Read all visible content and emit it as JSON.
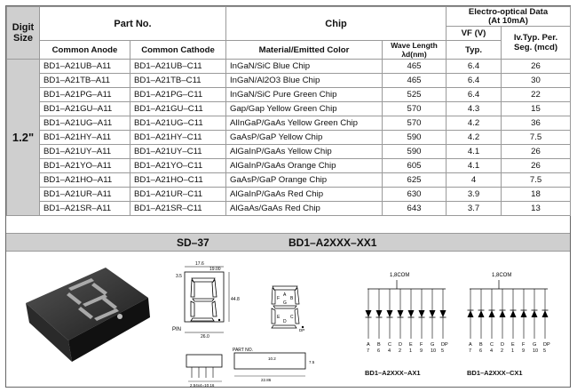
{
  "headers": {
    "digit_size": "Digit Size",
    "part_no": "Part No.",
    "chip": "Chip",
    "electro": "Electro-optical Data",
    "electro_sub": "(At 10mA)",
    "common_anode": "Common Anode",
    "common_cathode": "Common Cathode",
    "material": "Material/Emitted Color",
    "wave_length": "Wave Length",
    "wave_unit": "λd(nm)",
    "vf": "VF (V)",
    "vf_sub": "Typ.",
    "iv": "Iv.Typ. Per.",
    "iv_sub": "Seg. (mcd)"
  },
  "digit_size": "1.2\"",
  "rows": [
    {
      "anode": "BD1–A21UB–A11",
      "cathode": "BD1–A21UB–C11",
      "material": "InGaN/SiC  Blue Chip",
      "wave": "465",
      "vf": "6.4",
      "iv": "26"
    },
    {
      "anode": "BD1–A21TB–A11",
      "cathode": "BD1–A21TB–C11",
      "material": "InGaN/Al2O3 Blue Chip",
      "wave": "465",
      "vf": "6.4",
      "iv": "30"
    },
    {
      "anode": "BD1–A21PG–A11",
      "cathode": "BD1–A21PG–C11",
      "material": "InGaN/SiC Pure Green Chip",
      "wave": "525",
      "vf": "6.4",
      "iv": "22"
    },
    {
      "anode": "BD1–A21GU–A11",
      "cathode": "BD1–A21GU–C11",
      "material": "Gap/Gap Yellow Green  Chip",
      "wave": "570",
      "vf": "4.3",
      "iv": "15"
    },
    {
      "anode": "BD1–A21UG–A11",
      "cathode": "BD1–A21UG–C11",
      "material": "AlInGaP/GaAs Yellow Green Chip",
      "wave": "570",
      "vf": "4.2",
      "iv": "36"
    },
    {
      "anode": "BD1–A21HY–A11",
      "cathode": "BD1–A21HY–C11",
      "material": "GaAsP/GaP Yellow  Chip",
      "wave": "590",
      "vf": "4.2",
      "iv": "7.5"
    },
    {
      "anode": "BD1–A21UY–A11",
      "cathode": "BD1–A21UY–C11",
      "material": "AlGaInP/GaAs Yellow  Chip",
      "wave": "590",
      "vf": "4.1",
      "iv": "26"
    },
    {
      "anode": "BD1–A21YO–A11",
      "cathode": "BD1–A21YO–C11",
      "material": "AlGaInP/GaAs Orange  Chip",
      "wave": "605",
      "vf": "4.1",
      "iv": "26"
    },
    {
      "anode": "BD1–A21HO–A11",
      "cathode": "BD1–A21HO–C11",
      "material": "GaAsP/GaP Orange  Chip",
      "wave": "625",
      "vf": "4",
      "iv": "7.5"
    },
    {
      "anode": "BD1–A21UR–A11",
      "cathode": "BD1–A21UR–C11",
      "material": "AlGaInP/GaAs Red  Chip",
      "wave": "630",
      "vf": "3.9",
      "iv": "18"
    },
    {
      "anode": "BD1–A21SR–A11",
      "cathode": "BD1–A21SR–C11",
      "material": "AlGaAs/GaAs Red Chip",
      "wave": "643",
      "vf": "3.7",
      "iv": "13"
    }
  ],
  "series_bar": {
    "left": "SD–37",
    "right": "BD1–A2XXX–XX1"
  },
  "drawing": {
    "pin_label": "PIN",
    "part_no_label": "PART NO.",
    "com_label": "1,8COM",
    "pin_letters": [
      "A",
      "B",
      "C",
      "D",
      "E",
      "F",
      "G",
      "DP"
    ],
    "pin_numbers": [
      "7",
      "6",
      "4",
      "2",
      "1",
      "9",
      "10",
      "5"
    ],
    "segment_letters": [
      "A",
      "B",
      "C",
      "D",
      "E",
      "F",
      "G"
    ],
    "dp_label": "DP",
    "anode_caption": "BD1–A2XXX–AX1",
    "cathode_caption": "BD1–A2XXX–CX1",
    "dimensions": [
      "17.6",
      "19.00",
      "3.5",
      "44.8",
      "26.0",
      "10.2",
      "2.54x4=10.16",
      "22.86",
      "7.5"
    ]
  }
}
